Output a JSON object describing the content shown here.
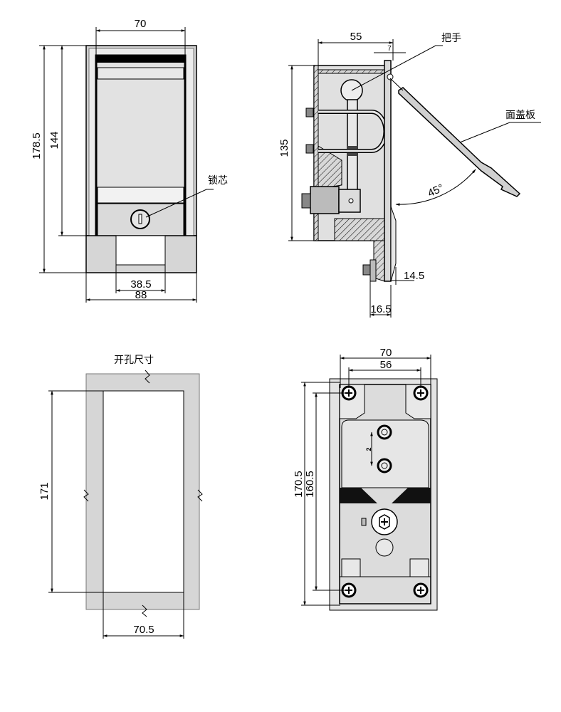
{
  "front_view": {
    "dim_width_top": "70",
    "dim_total_height": "178.5",
    "dim_panel_height": "144",
    "dim_opening_width": "38.5",
    "dim_total_width": "88",
    "label_lock_core": "锁芯"
  },
  "side_view": {
    "dim_depth": "55",
    "dim_flange": "7",
    "dim_height": "135",
    "dim_bottom_offset": "14.5",
    "dim_bottom_width": "16.5",
    "angle_label": "45°",
    "label_handle": "把手",
    "label_cover_plate": "面盖板"
  },
  "cutout_view": {
    "title": "开孔尺寸",
    "dim_height": "171",
    "dim_width": "70.5"
  },
  "back_view": {
    "dim_outer_width": "70",
    "dim_screw_spacing": "56",
    "dim_outer_height": "170.5",
    "dim_screw_height": "160.5",
    "dim_bolt_spacing": "2"
  },
  "colors": {
    "part_fill": "#e2e2e2",
    "frame_fill": "#d0d0d0",
    "line": "#000000"
  }
}
